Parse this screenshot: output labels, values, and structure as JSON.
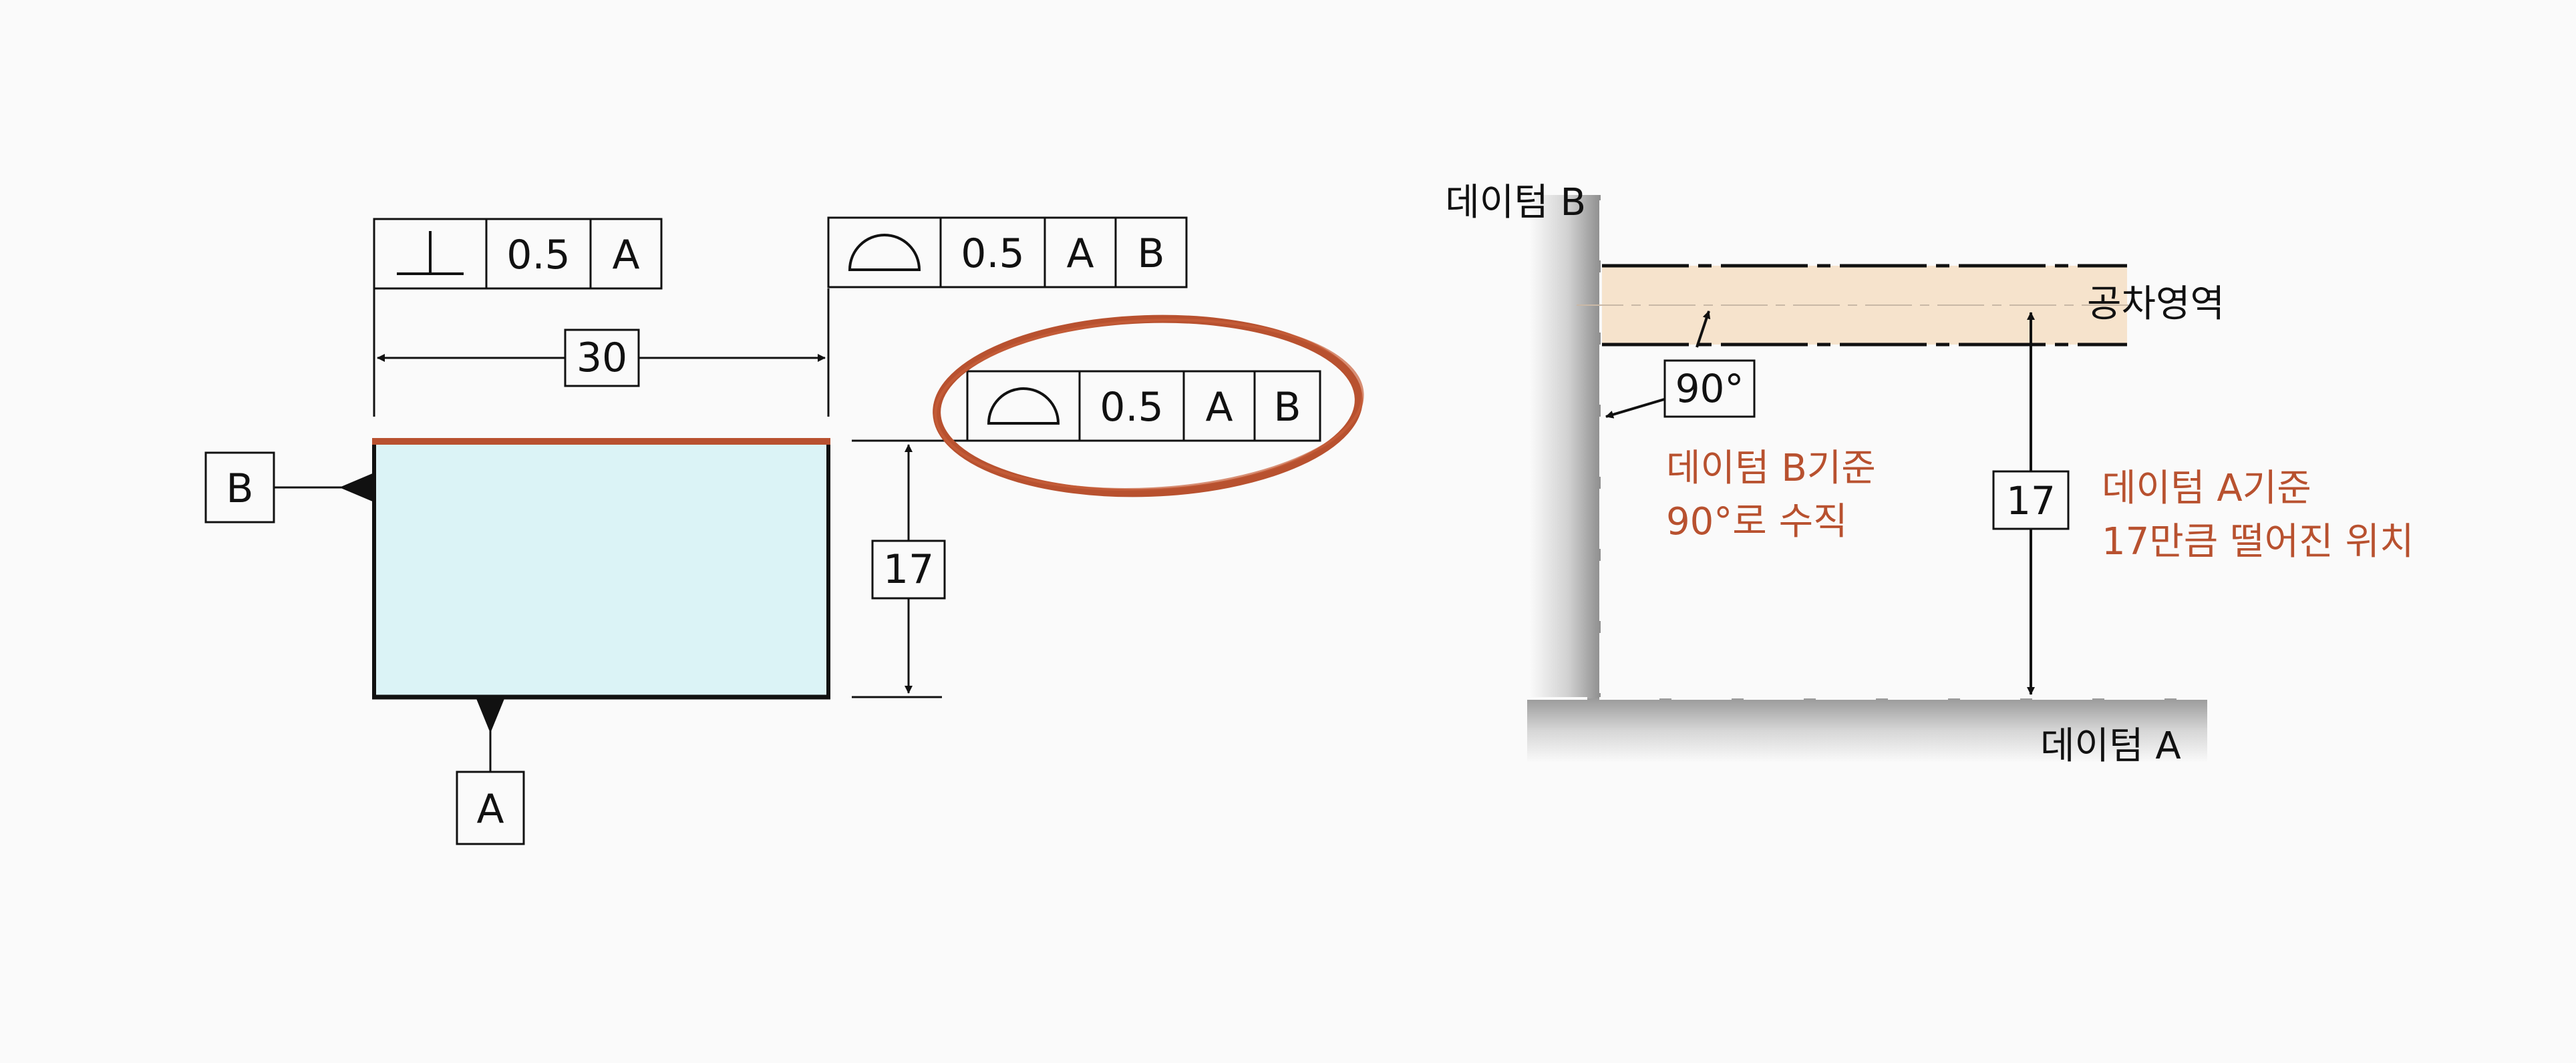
{
  "colors": {
    "background": "#fafafa",
    "ink": "#111111",
    "part_fill": "#dbf3f6",
    "highlight": "#b8512f",
    "tolerance_zone": "#f6e3cc",
    "wall_shade": "#9c9c9c"
  },
  "left": {
    "fcf_perpendicularity": {
      "symbol": "perpendicularity-icon",
      "tolerance": "0.5",
      "datum1": "A"
    },
    "fcf_profile_top": {
      "symbol": "profile-of-surface-icon",
      "tolerance": "0.5",
      "datum1": "A",
      "datum2": "B"
    },
    "fcf_profile_circled": {
      "symbol": "profile-of-surface-icon",
      "tolerance": "0.5",
      "datum1": "A",
      "datum2": "B"
    },
    "dim_width": "30",
    "dim_height": "17",
    "datum_b": "B",
    "datum_a": "A"
  },
  "right": {
    "datum_b_label": "데이텀 B",
    "datum_a_label": "데이텀 A",
    "zone_label": "공차영역",
    "angle_box": "90°",
    "dim_box": "17",
    "note_b_line1": "데이텀 B기준",
    "note_b_line2": "90°로 수직",
    "note_a_line1": "데이텀 A기준",
    "note_a_line2": "17만큼 떨어진 위치"
  }
}
